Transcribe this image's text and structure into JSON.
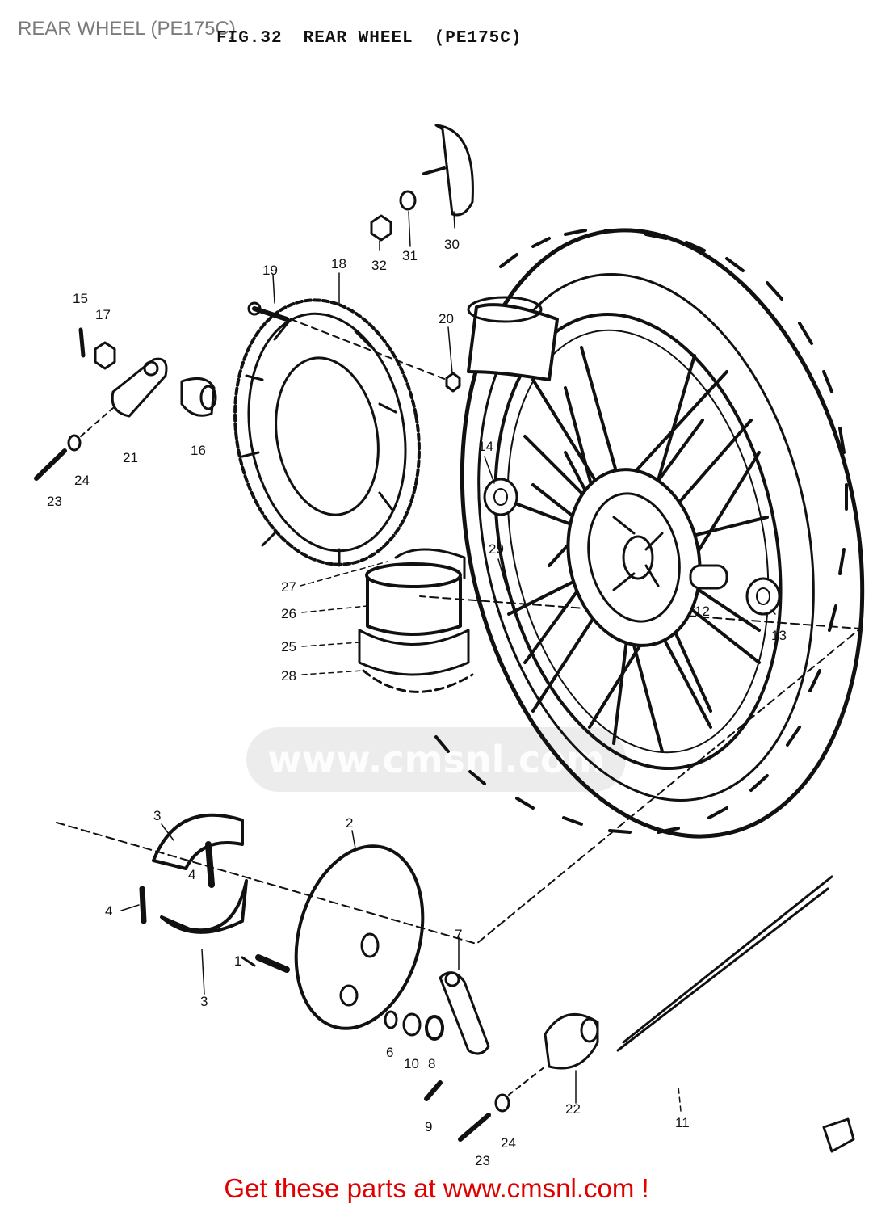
{
  "header": {
    "page_title": "REAR WHEEL (PE175C)",
    "fig_label": "FIG.32",
    "fig_name": "REAR WHEEL",
    "fig_model": "(PE175C)"
  },
  "watermark": {
    "text": "www.cmsnl.com"
  },
  "callouts": [
    {
      "id": "30",
      "label": "30"
    },
    {
      "id": "31",
      "label": "31"
    },
    {
      "id": "32",
      "label": "32"
    },
    {
      "id": "19",
      "label": "19"
    },
    {
      "id": "18",
      "label": "18"
    },
    {
      "id": "20",
      "label": "20"
    },
    {
      "id": "15",
      "label": "15"
    },
    {
      "id": "17",
      "label": "17"
    },
    {
      "id": "21",
      "label": "21"
    },
    {
      "id": "16",
      "label": "16"
    },
    {
      "id": "23a",
      "label": "23"
    },
    {
      "id": "24a",
      "label": "24"
    },
    {
      "id": "14",
      "label": "14"
    },
    {
      "id": "29",
      "label": "29"
    },
    {
      "id": "27",
      "label": "27"
    },
    {
      "id": "26",
      "label": "26"
    },
    {
      "id": "25",
      "label": "25"
    },
    {
      "id": "28",
      "label": "28"
    },
    {
      "id": "12",
      "label": "12"
    },
    {
      "id": "13",
      "label": "13"
    },
    {
      "id": "3a",
      "label": "3"
    },
    {
      "id": "4a",
      "label": "4"
    },
    {
      "id": "4b",
      "label": "4"
    },
    {
      "id": "3b",
      "label": "3"
    },
    {
      "id": "2",
      "label": "2"
    },
    {
      "id": "1",
      "label": "1"
    },
    {
      "id": "7",
      "label": "7"
    },
    {
      "id": "6",
      "label": "6"
    },
    {
      "id": "10",
      "label": "10"
    },
    {
      "id": "8",
      "label": "8"
    },
    {
      "id": "9",
      "label": "9"
    },
    {
      "id": "22",
      "label": "22"
    },
    {
      "id": "11",
      "label": "11"
    },
    {
      "id": "23b",
      "label": "23"
    },
    {
      "id": "24b",
      "label": "24"
    }
  ],
  "banner": {
    "text": "Get these parts at www.cmsnl.com !",
    "color": "#e00000"
  }
}
